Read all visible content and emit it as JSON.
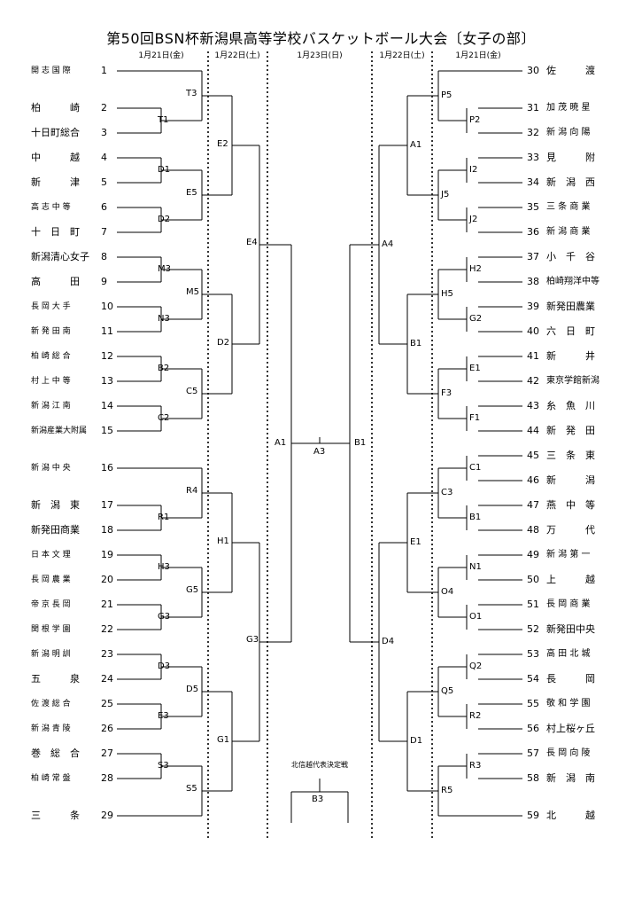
{
  "title": "第50回BSN杯新潟県高等学校バスケットボール大会〔女子の部〕",
  "dates": {
    "left_r1": "1月21日(金)",
    "left_r2": "1月22日(土)",
    "center": "1月23日(日)",
    "right_r2": "1月22日(土)",
    "right_r1": "1月21日(金)"
  },
  "left_teams": [
    {
      "num": "1",
      "name": "開 志 国 際"
    },
    {
      "num": "2",
      "name": "柏　　　崎"
    },
    {
      "num": "3",
      "name": "十日町総合"
    },
    {
      "num": "4",
      "name": "中　　　越"
    },
    {
      "num": "5",
      "name": "新　　　津"
    },
    {
      "num": "6",
      "name": "高 志 中 等"
    },
    {
      "num": "7",
      "name": "十　日　町"
    },
    {
      "num": "8",
      "name": "新潟清心女子"
    },
    {
      "num": "9",
      "name": "高　　　田"
    },
    {
      "num": "10",
      "name": "長 岡 大 手"
    },
    {
      "num": "11",
      "name": "新 発 田 南"
    },
    {
      "num": "12",
      "name": "柏 崎 総 合"
    },
    {
      "num": "13",
      "name": "村 上 中 等"
    },
    {
      "num": "14",
      "name": "新 潟 江 南"
    },
    {
      "num": "15",
      "name": "新潟産業大附属"
    },
    {
      "num": "16",
      "name": "新 潟 中 央"
    },
    {
      "num": "17",
      "name": "新　潟　東"
    },
    {
      "num": "18",
      "name": "新発田商業"
    },
    {
      "num": "19",
      "name": "日 本 文 理"
    },
    {
      "num": "20",
      "name": "長 岡 農 業"
    },
    {
      "num": "21",
      "name": "帝 京 長 岡"
    },
    {
      "num": "22",
      "name": "関 根 学 園"
    },
    {
      "num": "23",
      "name": "新 潟 明 訓"
    },
    {
      "num": "24",
      "name": "五　　　泉"
    },
    {
      "num": "25",
      "name": "佐 渡 総 合"
    },
    {
      "num": "26",
      "name": "新 潟 青 陵"
    },
    {
      "num": "27",
      "name": "巻　総　合"
    },
    {
      "num": "28",
      "name": "柏 崎 常 盤"
    },
    {
      "num": "29",
      "name": "三　　　条"
    }
  ],
  "right_teams": [
    {
      "num": "30",
      "name": "佐　　　渡"
    },
    {
      "num": "31",
      "name": "加 茂 暁 星"
    },
    {
      "num": "32",
      "name": "新 潟 向 陽"
    },
    {
      "num": "33",
      "name": "見　　　附"
    },
    {
      "num": "34",
      "name": "新　潟　西"
    },
    {
      "num": "35",
      "name": "三 条 商 業"
    },
    {
      "num": "36",
      "name": "新 潟 商 業"
    },
    {
      "num": "37",
      "name": "小　千　谷"
    },
    {
      "num": "38",
      "name": "柏崎翔洋中等"
    },
    {
      "num": "39",
      "name": "新発田農業"
    },
    {
      "num": "40",
      "name": "六　日　町"
    },
    {
      "num": "41",
      "name": "新　　　井"
    },
    {
      "num": "42",
      "name": "東京学館新潟"
    },
    {
      "num": "43",
      "name": "糸　魚　川"
    },
    {
      "num": "44",
      "name": "新　発　田"
    },
    {
      "num": "45",
      "name": "三　条　東"
    },
    {
      "num": "46",
      "name": "新　　　潟"
    },
    {
      "num": "47",
      "name": "燕　中　等"
    },
    {
      "num": "48",
      "name": "万　　　代"
    },
    {
      "num": "49",
      "name": "新 潟 第 一"
    },
    {
      "num": "50",
      "name": "上　　　越"
    },
    {
      "num": "51",
      "name": "長 岡 商 業"
    },
    {
      "num": "52",
      "name": "新発田中央"
    },
    {
      "num": "53",
      "name": "高 田 北 城"
    },
    {
      "num": "54",
      "name": "長　　　岡"
    },
    {
      "num": "55",
      "name": "敬 和 学 園"
    },
    {
      "num": "56",
      "name": "村上桜ヶ丘"
    },
    {
      "num": "57",
      "name": "長 岡 向 陵"
    },
    {
      "num": "58",
      "name": "新　潟　南"
    },
    {
      "num": "59",
      "name": "北　　　越"
    }
  ],
  "match_codes": {
    "left_r1": [
      "T1",
      "D1",
      "D2",
      "M3",
      "N3",
      "B2",
      "C2",
      "R1",
      "H3",
      "G3",
      "D3",
      "E3",
      "S3"
    ],
    "left_r2": [
      "T3",
      "E5",
      "M5",
      "C5",
      "R4",
      "G5",
      "D5",
      "S5"
    ],
    "left_r3": [
      "E2",
      "D2",
      "H1",
      "G1"
    ],
    "left_r4": [
      "E4",
      "G3"
    ],
    "left_semi": "A1",
    "right_r1": [
      "P2",
      "I2",
      "J2",
      "H2",
      "G2",
      "E1",
      "F1",
      "C1",
      "B1",
      "N1",
      "O1",
      "Q2",
      "R2",
      "R3"
    ],
    "right_r2": [
      "P5",
      "J5",
      "H5",
      "F3",
      "C3",
      "O4",
      "Q5",
      "R5"
    ],
    "right_r3": [
      "A1",
      "B1",
      "E1",
      "D1"
    ],
    "right_r4": [
      "A4",
      "D4"
    ],
    "right_semi": "B1",
    "final": "A3"
  },
  "b3": {
    "caption": "北信越代表決定戦",
    "code": "B3"
  }
}
